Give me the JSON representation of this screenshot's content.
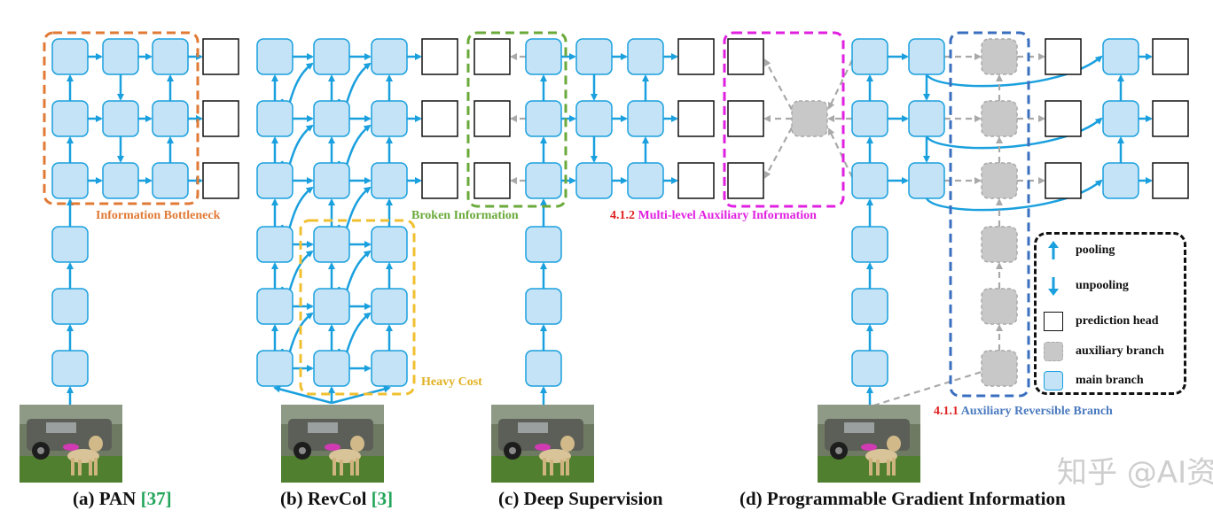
{
  "colors": {
    "main_fill": "#c5e3f6",
    "main_stroke": "#1aa0de",
    "aux_fill": "#c8c8c8",
    "aux_stroke": "#a9a9a9",
    "pan_box": "#e07a35",
    "revcol_box": "#f0c030",
    "deepsup_box": "#6aaa3a",
    "mlai_box": "#e020e0",
    "arb_box": "#3a6fc0",
    "legend_box": "#111111",
    "red_num": "#e02020",
    "arb_text": "#4a7abf"
  },
  "labels": {
    "information_bottleneck": "Information  Bottleneck",
    "heavy_cost": "Heavy Cost",
    "broken_information": "Broken Information",
    "mlai_number": "4.1.2",
    "mlai_text": " Multi-level Auxiliary Information",
    "arb_number": "4.1.1",
    "arb_text": " Auxiliary  Reversible Branch"
  },
  "captions": {
    "a_text": "(a) PAN ",
    "a_cite": "[37]",
    "b_text": "(b) RevCol ",
    "b_cite": "[3]",
    "c_text": "(c) Deep Supervision",
    "d_text": "(d) Programmable Gradient Information"
  },
  "legend": {
    "pooling": "pooling",
    "unpooling": "unpooling",
    "prediction_head": "prediction head",
    "auxiliary_branch": "auxiliary branch",
    "main_branch": "main branch"
  },
  "icons": {
    "photo": "dog-and-jeep-photo",
    "up_arrow": "pooling-arrow-icon",
    "down_arrow": "unpooling-arrow-icon"
  },
  "watermark": "知乎 @AI资讯"
}
